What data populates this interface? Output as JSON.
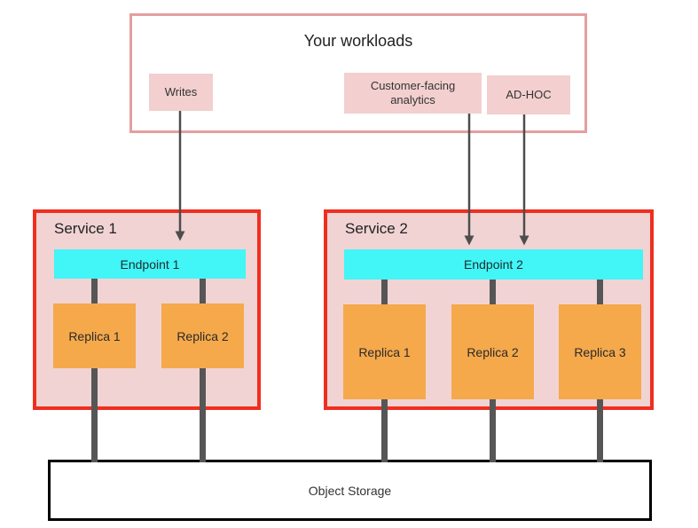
{
  "diagram": {
    "workloads": {
      "title": "Your workloads",
      "items": [
        {
          "label": "Writes"
        },
        {
          "label": "Customer-facing analytics"
        },
        {
          "label": "AD-HOC"
        }
      ]
    },
    "services": [
      {
        "name": "Service 1",
        "endpoint": "Endpoint 1",
        "replicas": [
          "Replica 1",
          "Replica 2"
        ]
      },
      {
        "name": "Service 2",
        "endpoint": "Endpoint 2",
        "replicas": [
          "Replica 1",
          "Replica 2",
          "Replica 3"
        ]
      }
    ],
    "storage": {
      "label": "Object Storage"
    }
  },
  "colors": {
    "workloads-border": "#e49f9f",
    "workload-item-bg": "#f3cfcf",
    "service-border": "#f02e20",
    "service-bg": "#f1d3d3",
    "endpoint-bg": "#42f5f7",
    "replica-bg": "#f5a94b",
    "connector": "#565656",
    "arrow": "#4d4d4d",
    "storage-border": "#000000",
    "text": "#222222"
  }
}
